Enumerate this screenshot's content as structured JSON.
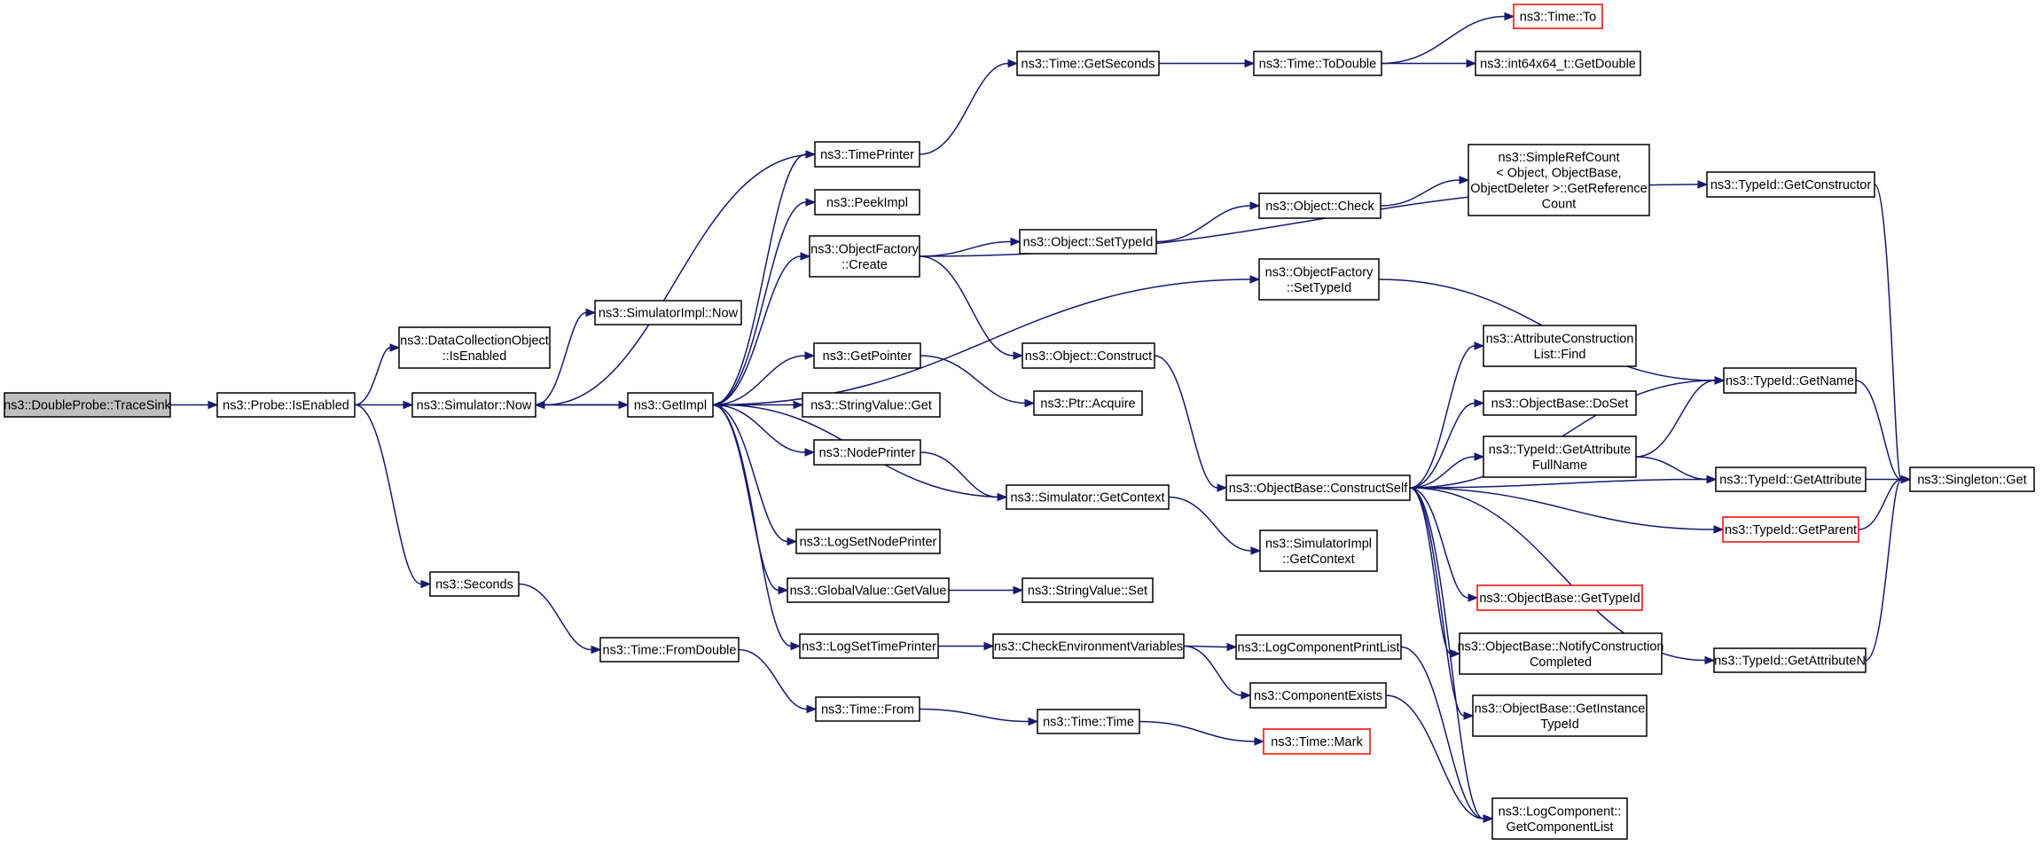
{
  "colors": {
    "edge": "#191970",
    "truncated_border": "#ff0000",
    "root_fill": "#bfbfbf"
  },
  "nodes": [
    {
      "id": "traceSink",
      "lines": [
        "ns3::DoubleProbe::TraceSink"
      ],
      "root": true
    },
    {
      "id": "probeIsEnabled",
      "lines": [
        "ns3::Probe::IsEnabled"
      ]
    },
    {
      "id": "dcoIsEnabled",
      "lines": [
        "ns3::DataCollectionObject",
        "::IsEnabled"
      ]
    },
    {
      "id": "simNow",
      "lines": [
        "ns3::Simulator::Now"
      ]
    },
    {
      "id": "simImplNow",
      "lines": [
        "ns3::SimulatorImpl::Now"
      ]
    },
    {
      "id": "seconds",
      "lines": [
        "ns3::Seconds"
      ]
    },
    {
      "id": "timeFromDouble",
      "lines": [
        "ns3::Time::FromDouble"
      ]
    },
    {
      "id": "timeFrom",
      "lines": [
        "ns3::Time::From"
      ]
    },
    {
      "id": "timeTime",
      "lines": [
        "ns3::Time::Time"
      ]
    },
    {
      "id": "timeMark",
      "lines": [
        "ns3::Time::Mark"
      ],
      "truncated": true
    },
    {
      "id": "getImpl",
      "lines": [
        "ns3::GetImpl"
      ]
    },
    {
      "id": "timePrinter",
      "lines": [
        "ns3::TimePrinter"
      ]
    },
    {
      "id": "peekImpl",
      "lines": [
        "ns3::PeekImpl"
      ]
    },
    {
      "id": "objFactoryCreate",
      "lines": [
        "ns3::ObjectFactory",
        "::Create"
      ]
    },
    {
      "id": "getPointer",
      "lines": [
        "ns3::GetPointer"
      ]
    },
    {
      "id": "stringValueGet",
      "lines": [
        "ns3::StringValue::Get"
      ]
    },
    {
      "id": "nodePrinter",
      "lines": [
        "ns3::NodePrinter"
      ]
    },
    {
      "id": "logSetNodePrinter",
      "lines": [
        "ns3::LogSetNodePrinter"
      ]
    },
    {
      "id": "globalValueGetValue",
      "lines": [
        "ns3::GlobalValue::GetValue"
      ]
    },
    {
      "id": "logSetTimePrinter",
      "lines": [
        "ns3::LogSetTimePrinter"
      ]
    },
    {
      "id": "timeGetSeconds",
      "lines": [
        "ns3::Time::GetSeconds"
      ]
    },
    {
      "id": "timeToDouble",
      "lines": [
        "ns3::Time::ToDouble"
      ]
    },
    {
      "id": "timeTo",
      "lines": [
        "ns3::Time::To"
      ],
      "truncated": true
    },
    {
      "id": "int64GetDouble",
      "lines": [
        "ns3::int64x64_t::GetDouble"
      ]
    },
    {
      "id": "objectSetTypeId",
      "lines": [
        "ns3::Object::SetTypeId"
      ]
    },
    {
      "id": "objectCheck",
      "lines": [
        "ns3::Object::Check"
      ]
    },
    {
      "id": "simpleRefCount",
      "lines": [
        "ns3::SimpleRefCount",
        "< Object, ObjectBase,",
        "ObjectDeleter >::GetReference",
        "Count"
      ]
    },
    {
      "id": "objectConstruct",
      "lines": [
        "ns3::Object::Construct"
      ]
    },
    {
      "id": "ptrAcquire",
      "lines": [
        "ns3::Ptr::Acquire"
      ]
    },
    {
      "id": "simGetContext",
      "lines": [
        "ns3::Simulator::GetContext"
      ]
    },
    {
      "id": "stringValueSet",
      "lines": [
        "ns3::StringValue::Set"
      ]
    },
    {
      "id": "checkEnvVars",
      "lines": [
        "ns3::CheckEnvironmentVariables"
      ]
    },
    {
      "id": "logCompPrintList",
      "lines": [
        "ns3::LogComponentPrintList"
      ]
    },
    {
      "id": "componentExists",
      "lines": [
        "ns3::ComponentExists"
      ]
    },
    {
      "id": "objFactorySetTypeId",
      "lines": [
        "ns3::ObjectFactory",
        "::SetTypeId"
      ]
    },
    {
      "id": "objBaseConstructSelf",
      "lines": [
        "ns3::ObjectBase::ConstructSelf"
      ]
    },
    {
      "id": "simImplGetContext",
      "lines": [
        "ns3::SimulatorImpl",
        "::GetContext"
      ]
    },
    {
      "id": "attrConstrListFind",
      "lines": [
        "ns3::AttributeConstruction",
        "List::Find"
      ]
    },
    {
      "id": "objBaseDoSet",
      "lines": [
        "ns3::ObjectBase::DoSet"
      ]
    },
    {
      "id": "typeIdGetAttrFullName",
      "lines": [
        "ns3::TypeId::GetAttribute",
        "FullName"
      ]
    },
    {
      "id": "objBaseGetTypeId",
      "lines": [
        "ns3::ObjectBase::GetTypeId"
      ],
      "truncated": true
    },
    {
      "id": "objBaseNotify",
      "lines": [
        "ns3::ObjectBase::NotifyConstruction",
        "Completed"
      ]
    },
    {
      "id": "objBaseGetInstanceTypeId",
      "lines": [
        "ns3::ObjectBase::GetInstance",
        "TypeId"
      ]
    },
    {
      "id": "logCompGetList",
      "lines": [
        "ns3::LogComponent::",
        "GetComponentList"
      ]
    },
    {
      "id": "typeIdGetConstructor",
      "lines": [
        "ns3::TypeId::GetConstructor"
      ]
    },
    {
      "id": "typeIdGetName",
      "lines": [
        "ns3::TypeId::GetName"
      ]
    },
    {
      "id": "typeIdGetAttribute",
      "lines": [
        "ns3::TypeId::GetAttribute"
      ]
    },
    {
      "id": "typeIdGetParent",
      "lines": [
        "ns3::TypeId::GetParent"
      ],
      "truncated": true
    },
    {
      "id": "typeIdGetAttributeN",
      "lines": [
        "ns3::TypeId::GetAttributeN"
      ]
    },
    {
      "id": "singletonGet",
      "lines": [
        "ns3::Singleton::Get"
      ]
    }
  ],
  "edges": [
    [
      "traceSink",
      "probeIsEnabled"
    ],
    [
      "probeIsEnabled",
      "dcoIsEnabled"
    ],
    [
      "probeIsEnabled",
      "simNow"
    ],
    [
      "probeIsEnabled",
      "seconds"
    ],
    [
      "simNow",
      "simImplNow"
    ],
    [
      "simNow",
      "getImpl"
    ],
    [
      "seconds",
      "timeFromDouble"
    ],
    [
      "timeFromDouble",
      "timeFrom"
    ],
    [
      "timeFrom",
      "timeTime"
    ],
    [
      "timeTime",
      "timeMark"
    ],
    [
      "getImpl",
      "timePrinter"
    ],
    [
      "getImpl",
      "peekImpl"
    ],
    [
      "getImpl",
      "objFactoryCreate"
    ],
    [
      "getImpl",
      "objFactorySetTypeId"
    ],
    [
      "getImpl",
      "getPointer"
    ],
    [
      "getImpl",
      "stringValueGet"
    ],
    [
      "getImpl",
      "nodePrinter"
    ],
    [
      "getImpl",
      "logSetNodePrinter"
    ],
    [
      "getImpl",
      "globalValueGetValue"
    ],
    [
      "getImpl",
      "logSetTimePrinter"
    ],
    [
      "getImpl",
      "simNow"
    ],
    [
      "timePrinter",
      "timeGetSeconds"
    ],
    [
      "timePrinter",
      "simNow"
    ],
    [
      "timeGetSeconds",
      "timeToDouble"
    ],
    [
      "timeToDouble",
      "timeTo"
    ],
    [
      "timeToDouble",
      "int64GetDouble"
    ],
    [
      "objFactoryCreate",
      "objectSetTypeId"
    ],
    [
      "objFactoryCreate",
      "objectConstruct"
    ],
    [
      "objFactoryCreate",
      "typeIdGetConstructor"
    ],
    [
      "objectSetTypeId",
      "objectCheck"
    ],
    [
      "objectCheck",
      "simpleRefCount"
    ],
    [
      "objectConstruct",
      "objBaseConstructSelf"
    ],
    [
      "getPointer",
      "ptrAcquire"
    ],
    [
      "nodePrinter",
      "simGetContext"
    ],
    [
      "simGetContext",
      "getImpl"
    ],
    [
      "simGetContext",
      "simImplGetContext"
    ],
    [
      "globalValueGetValue",
      "stringValueSet"
    ],
    [
      "logSetTimePrinter",
      "checkEnvVars"
    ],
    [
      "checkEnvVars",
      "logCompPrintList"
    ],
    [
      "checkEnvVars",
      "componentExists"
    ],
    [
      "logCompPrintList",
      "logCompGetList"
    ],
    [
      "componentExists",
      "logCompGetList"
    ],
    [
      "objFactorySetTypeId",
      "typeIdGetName"
    ],
    [
      "objBaseConstructSelf",
      "attrConstrListFind"
    ],
    [
      "objBaseConstructSelf",
      "objBaseDoSet"
    ],
    [
      "objBaseConstructSelf",
      "typeIdGetAttrFullName"
    ],
    [
      "objBaseConstructSelf",
      "typeIdGetAttribute"
    ],
    [
      "objBaseConstructSelf",
      "typeIdGetParent"
    ],
    [
      "objBaseConstructSelf",
      "objBaseGetTypeId"
    ],
    [
      "objBaseConstructSelf",
      "objBaseNotify"
    ],
    [
      "objBaseConstructSelf",
      "objBaseGetInstanceTypeId"
    ],
    [
      "objBaseConstructSelf",
      "logCompGetList"
    ],
    [
      "objBaseConstructSelf",
      "typeIdGetAttributeN"
    ],
    [
      "objBaseConstructSelf",
      "typeIdGetName"
    ],
    [
      "typeIdGetAttrFullName",
      "typeIdGetName"
    ],
    [
      "typeIdGetAttrFullName",
      "typeIdGetAttribute"
    ],
    [
      "typeIdGetConstructor",
      "singletonGet"
    ],
    [
      "typeIdGetName",
      "singletonGet"
    ],
    [
      "typeIdGetAttribute",
      "singletonGet"
    ],
    [
      "typeIdGetParent",
      "singletonGet"
    ],
    [
      "typeIdGetAttributeN",
      "singletonGet"
    ]
  ]
}
